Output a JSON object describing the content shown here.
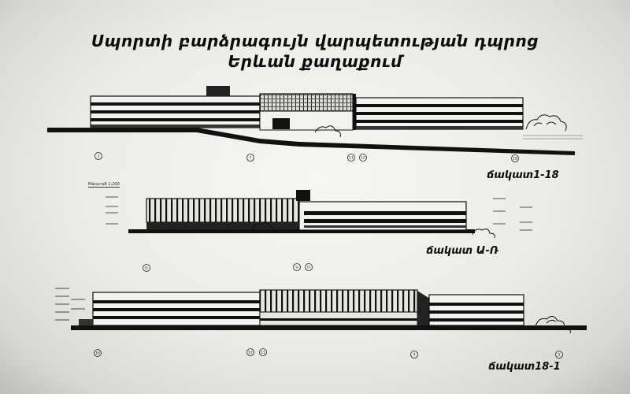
{
  "sheet": {
    "title_line1": "Սպորտի բարձրագույն վարպետության դպրոց",
    "title_line2": "Երևան քաղաքում",
    "scale_note": "Масштаб 1:200"
  },
  "elevations": [
    {
      "id": "elevation-1-18",
      "label": "ճակատ1-18",
      "axis_labels": [
        "1",
        "7",
        "11",
        "12",
        "18"
      ]
    },
    {
      "id": "elevation-a-r",
      "label": "ճակատ Ա-Ռ",
      "axis_labels": [
        "Ա",
        "Կ",
        "Ռ"
      ]
    },
    {
      "id": "elevation-18-1",
      "label": "ճակատ18-1",
      "axis_labels": [
        "18",
        "12",
        "11",
        "7",
        "1"
      ]
    }
  ],
  "colors": {
    "ink": "#0c0c0c",
    "paper": "#f2f2ef",
    "shadow": "#bdbcb8"
  }
}
